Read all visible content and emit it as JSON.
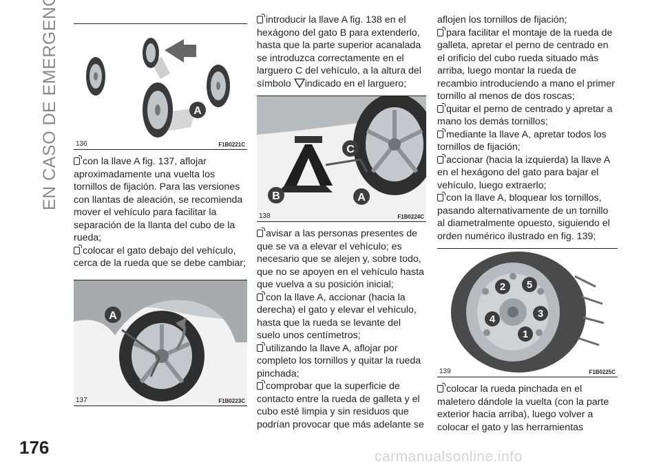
{
  "side_title": "EN CASO DE EMERGENCIA",
  "page_number": "176",
  "watermark": "carmanualsonline.info",
  "figures": {
    "f136": {
      "num": "136",
      "code": "F1B0221C",
      "label_a": "A"
    },
    "f137": {
      "num": "137",
      "code": "F1B0223C",
      "label_a": "A"
    },
    "f138": {
      "num": "138",
      "code": "F1B0224C",
      "label_a": "A",
      "label_b": "B",
      "label_c": "C"
    },
    "f139": {
      "num": "139",
      "code": "F1B0225C",
      "n1": "1",
      "n2": "2",
      "n3": "3",
      "n4": "4",
      "n5": "5"
    }
  },
  "col1": {
    "p1": "con la llave A fig. 137, aflojar aproximadamente una vuelta los tornillos de fijación. Para las versiones con llantas de aleación, se recomienda mover el vehículo para facilitar la separación de la llanta del cubo de la rueda;",
    "p2": "colocar el gato debajo del vehículo, cerca de la rueda que se debe cambiar;"
  },
  "col2": {
    "p1a": "introducir la llave A fig. 138 en el hexágono del gato B para extenderlo, hasta que la parte superior acanalada se introduzca correctamente en el larguero C del vehículo, a la altura del símbolo",
    "p1b": "indicado en el larguero;",
    "p2": "avisar a las personas presentes de que se va a elevar el vehículo; es necesario que se alejen y, sobre todo, que no se apoyen en el vehículo hasta que vuelva a su posición inicial;",
    "p3": "con la llave A, accionar (hacia la derecha) el gato y elevar el vehículo, hasta que la rueda se levante del suelo unos centímetros;",
    "p4": "utilizando la llave A, aflojar por completo los tornillos y quitar la rueda pinchada;",
    "p5": "comprobar que la superficie de contacto entre la rueda de galleta y el cubo esté limpia y sin residuos que podrían provocar que más adelante se"
  },
  "col3": {
    "p0": "aflojen los tornillos de fijación;",
    "p1": "para facilitar el montaje de la rueda de galleta, apretar el perno de centrado en el orificio del cubo rueda situado más arriba, luego montar la rueda de recambio introduciendo a mano el primer tornillo al menos de dos roscas;",
    "p2": "quitar el perno de centrado y apretar a mano los demás tornillos;",
    "p3": "mediante la llave A, apretar todos los tornillos de fijación;",
    "p4": "accionar (hacia la izquierda) la llave A en el hexágono del gato para bajar el vehículo, luego extraerlo;",
    "p5": "con la llave A, bloquear los tornillos, pasando alternativamente de un tornillo al diametralmente opuesto, siguiendo el orden numérico ilustrado en fig. 139;",
    "p6": "colocar la rueda pinchada en el maletero dándole la vuelta (con la parte exterior hacia arriba), luego volver a colocar el gato y las herramientas"
  }
}
